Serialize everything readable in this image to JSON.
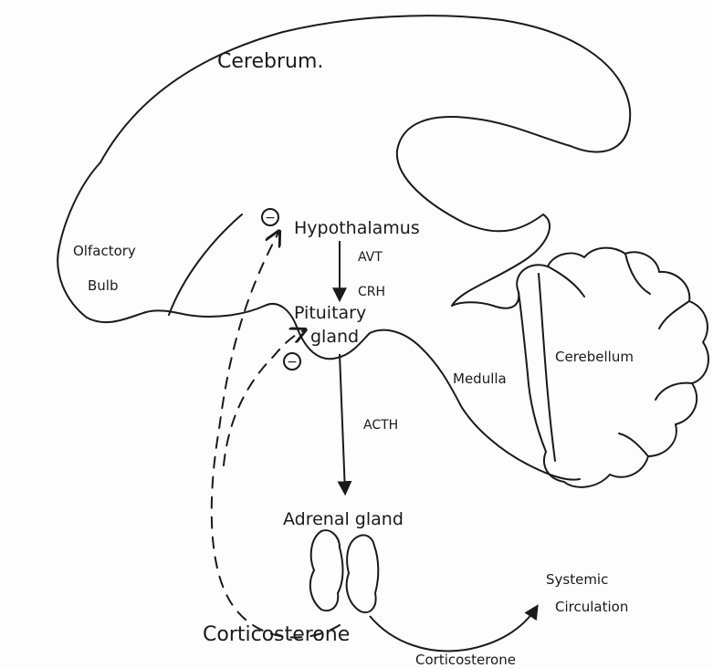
{
  "labels": {
    "cerebrum": "Cerebrum.",
    "olfactory_line1": "Olfactory",
    "olfactory_line2": "Bulb",
    "hypothalamus": "Hypothalamus",
    "avt": "AVT",
    "crh": "CRH",
    "pituitary_line1": "Pituitary",
    "pituitary_line2": "gland",
    "cerebellum": "Cerebellum",
    "medulla": "Medulla",
    "acth": "ACTH",
    "adrenal": "Adrenal  gland",
    "systemic_line1": "Systemic",
    "systemic_line2": "Circulation",
    "corticosterone_left": "Corticosterone",
    "corticosterone_right": "Corticosterone",
    "neg_feedback_1": "−",
    "neg_feedback_2": "−"
  }
}
